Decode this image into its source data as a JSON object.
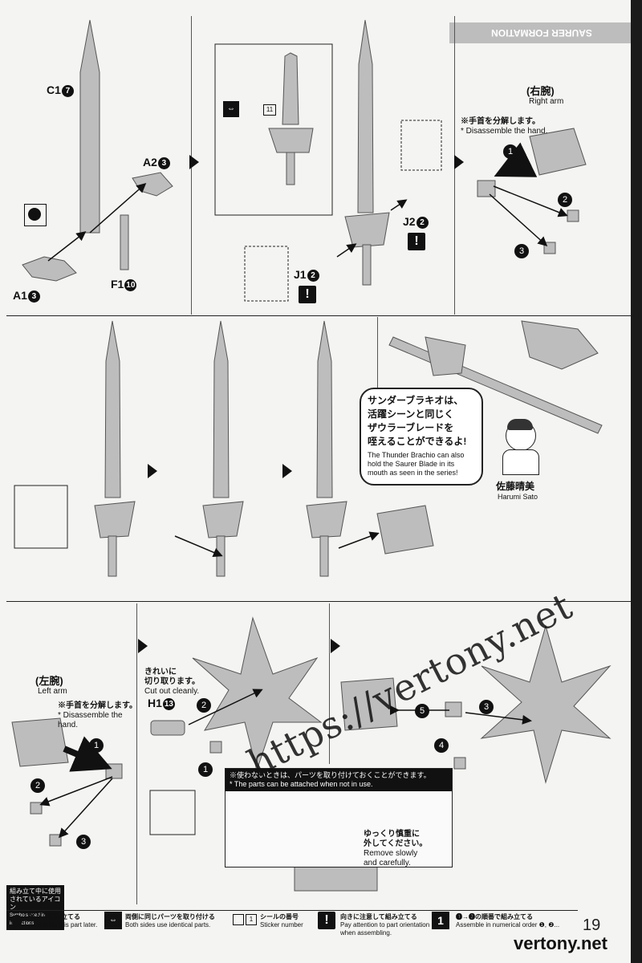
{
  "header_stamp": "SAURER FORMATION",
  "panel1": {
    "parts": {
      "c1": "C1",
      "c1_step": "7",
      "a2": "A2",
      "a2_step": "3",
      "a1": "A1",
      "a1_step": "3",
      "f1": "F1",
      "f1_step": "10"
    }
  },
  "panel2": {
    "inset_sticker_num": "11",
    "j2": "J2",
    "j2_step": "2",
    "j1": "J1",
    "j1_step": "2"
  },
  "panel3": {
    "arm_jp": "(右腕)",
    "arm_en": "Right arm",
    "note_jp": "※手首を分解します。",
    "note_en": "* Disassemble the hand.",
    "steps": [
      "1",
      "2",
      "3"
    ]
  },
  "speech": {
    "jp": [
      "サンダーブラキオは、",
      "活躍シーンと同じく",
      "ザウラーブレードを",
      "咥えることができるよ!"
    ],
    "en": [
      "The Thunder Brachio can also",
      "hold the Saurer Blade in its",
      "mouth as seen in the series!"
    ]
  },
  "character": {
    "name_jp": "佐藤晴美",
    "name_en": "Harumi Sato"
  },
  "panel_left_arm": {
    "arm_jp": "(左腕)",
    "arm_en": "Left arm",
    "note_jp": "※手首を分解します。",
    "note_en": [
      "* Disassemble the",
      "hand."
    ],
    "steps": [
      "1",
      "2",
      "3"
    ]
  },
  "panel_cut": {
    "jp": [
      "きれいに",
      "切り取ります。"
    ],
    "en": "Cut out cleanly.",
    "h1": "H1",
    "h1_step": "13",
    "steps": [
      "2",
      "1"
    ]
  },
  "unused_note": {
    "jp": "※使わないときは、パーツを取り付けておくことができます。",
    "en": "* The parts can be attached when not in use.",
    "remove_jp": [
      "ゆっくり慎重に",
      "外してください。"
    ],
    "remove_en": [
      "Remove slowly",
      "and carefully."
    ]
  },
  "final_steps": [
    "5",
    "3",
    "4"
  ],
  "legend": {
    "title_jp": [
      "組み立て中に使用",
      "されているアイコン"
    ],
    "title_en": "Symbols used in instructions",
    "items": [
      {
        "jp": "後から組み立てる",
        "en": "Assemble this part later."
      },
      {
        "jp": "両側に同じパーツを取り付ける",
        "en": "Both sides use identical parts."
      },
      {
        "jp": "シールの番号",
        "en": "Sticker number",
        "icon_text": "1"
      },
      {
        "jp": "向きに注意して組み立てる",
        "en": "Pay attention to part orientation",
        "en2": "when assembling."
      },
      {
        "jp": "❶→❷の順番で組み立てる",
        "en": "Assemble in numerical order ❶, ❷..."
      }
    ]
  },
  "page_number": "19",
  "watermark": "https://vertony.net",
  "watermark_small": "vertony.net"
}
